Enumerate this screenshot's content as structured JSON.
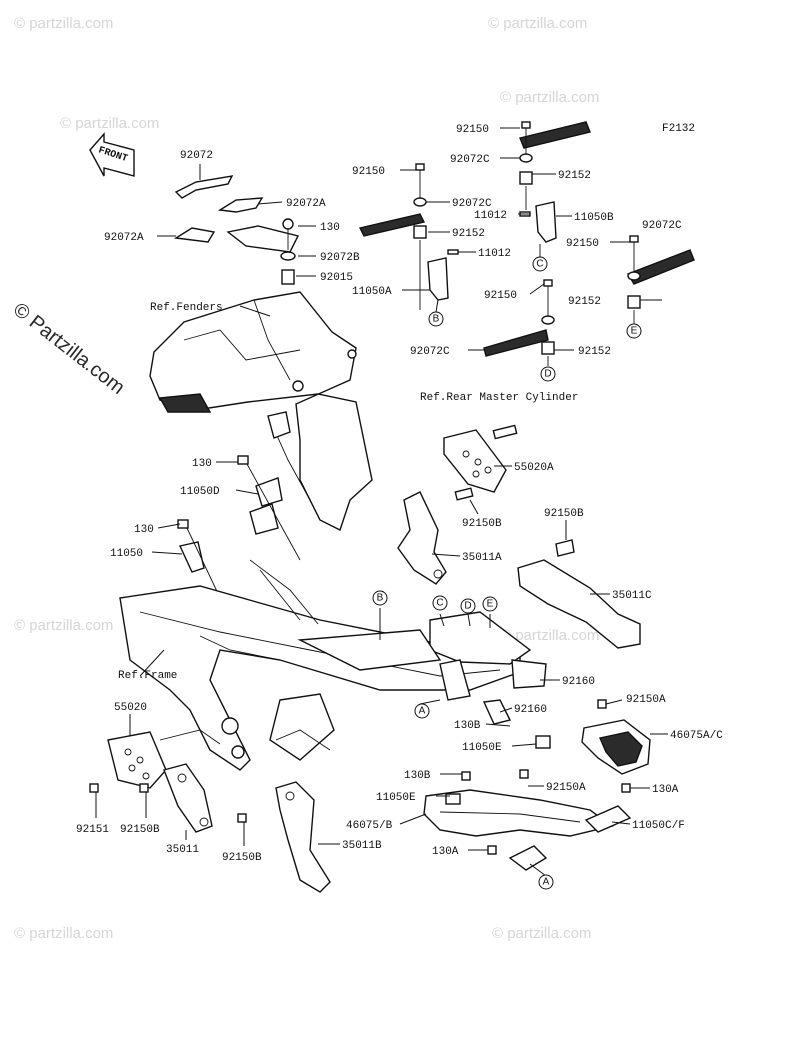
{
  "diagram_code": "F2132",
  "front_label": "FRONT",
  "watermarks": {
    "small": "© partzilla.com",
    "large": "© Partzilla.com"
  },
  "refs": {
    "fenders": "Ref.Fenders",
    "rear_master_cylinder": "Ref.Rear Master Cylinder",
    "frame": "Ref.Frame"
  },
  "callouts": [
    "A",
    "B",
    "C",
    "D",
    "E"
  ],
  "part_labels": [
    "92072",
    "92072A",
    "92072A",
    "130",
    "92072B",
    "92015",
    "92150",
    "92072C",
    "92152",
    "11012",
    "11050A",
    "92150",
    "92072C",
    "92152",
    "11012",
    "11050B",
    "92072C",
    "92150",
    "92152",
    "92150",
    "92072C",
    "92152",
    "130",
    "11050D",
    "130",
    "11050",
    "55020A",
    "92150B",
    "35011A",
    "92150B",
    "35011C",
    "92160",
    "92160",
    "92150A",
    "46075A/C",
    "130B",
    "11050E",
    "130B",
    "11050E",
    "92150A",
    "130A",
    "46075/B",
    "11050C/F",
    "130A",
    "55020",
    "92151",
    "92150B",
    "35011",
    "92150B",
    "35011B"
  ]
}
